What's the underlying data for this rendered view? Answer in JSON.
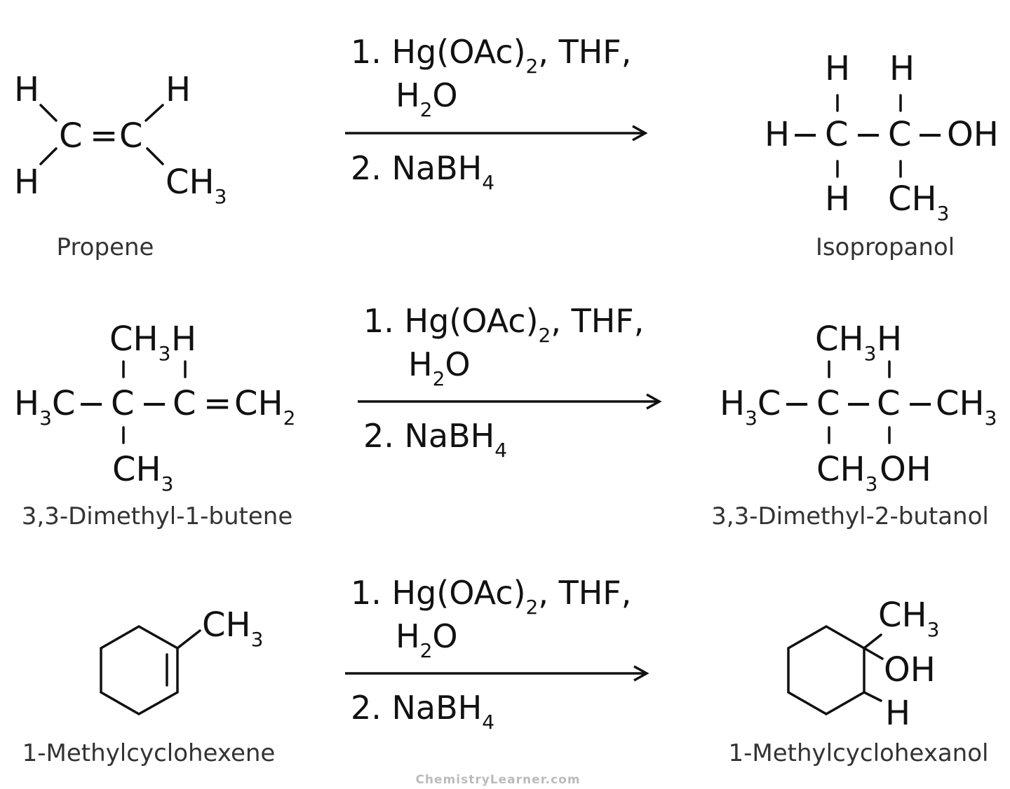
{
  "atoms": {
    "H": "H",
    "C": "C",
    "OH": "OH",
    "H3C": "H3C",
    "CH3": "CH3",
    "CH2": "CH2",
    "eq": "=",
    "dash": "−",
    "sub2": "2",
    "sub3": "3",
    "sub4": "4"
  },
  "conditions": {
    "step1_a": "1. Hg(OAc)",
    "step1_b": ", THF,",
    "step1_water_h": "H",
    "step1_water_o": "O",
    "step2_a": "2. NaBH"
  },
  "reactions": [
    {
      "reactant": "Propene",
      "product": "Isopropanol"
    },
    {
      "reactant": "3,3-Dimethyl-1-butene",
      "product": "3,3-Dimethyl-2-butanol"
    },
    {
      "reactant": "1-Methylcyclohexene",
      "product": "1-Methylcyclohexanol"
    }
  ],
  "watermark": "ChemistryLearner.com"
}
